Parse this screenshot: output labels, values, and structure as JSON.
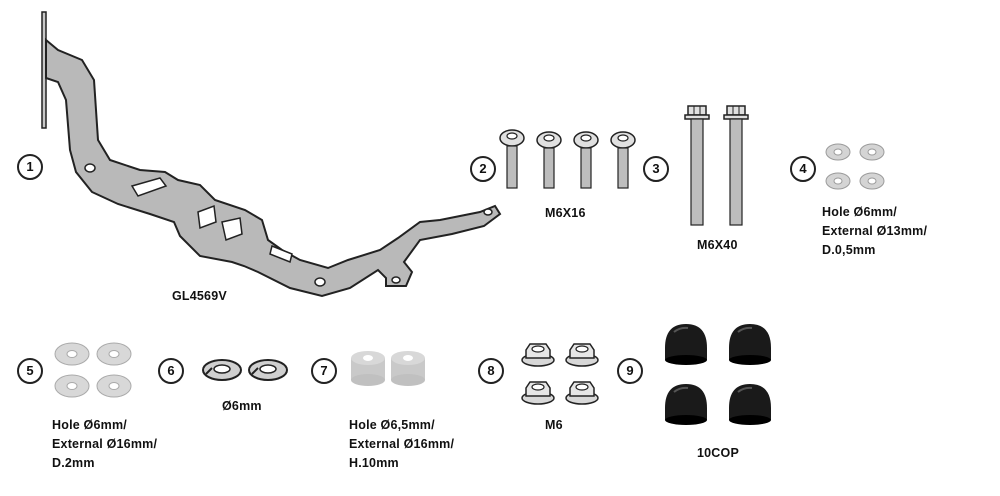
{
  "items": [
    {
      "number": "1",
      "label": [
        "GL4569V"
      ]
    },
    {
      "number": "2",
      "label": [
        "M6X16"
      ]
    },
    {
      "number": "3",
      "label": [
        "M6X40"
      ]
    },
    {
      "number": "4",
      "label": [
        "Hole Ø6mm/",
        "External Ø13mm/",
        "D.0,5mm"
      ]
    },
    {
      "number": "5",
      "label": [
        "Hole Ø6mm/",
        "External Ø16mm/",
        "D.2mm"
      ]
    },
    {
      "number": "6",
      "label": [
        "Ø6mm"
      ]
    },
    {
      "number": "7",
      "label": [
        "Hole Ø6,5mm/",
        "External Ø16mm/",
        "H.10mm"
      ]
    },
    {
      "number": "8",
      "label": [
        "M6"
      ]
    },
    {
      "number": "9",
      "label": [
        "10COP"
      ]
    }
  ],
  "colors": {
    "outline": "#222222",
    "bracket_fill": "#b9b9b9",
    "washer_fill": "#d4d4d4",
    "cap_fill": "#1a1a1a",
    "spacer_fill": "#c9c9c9"
  }
}
